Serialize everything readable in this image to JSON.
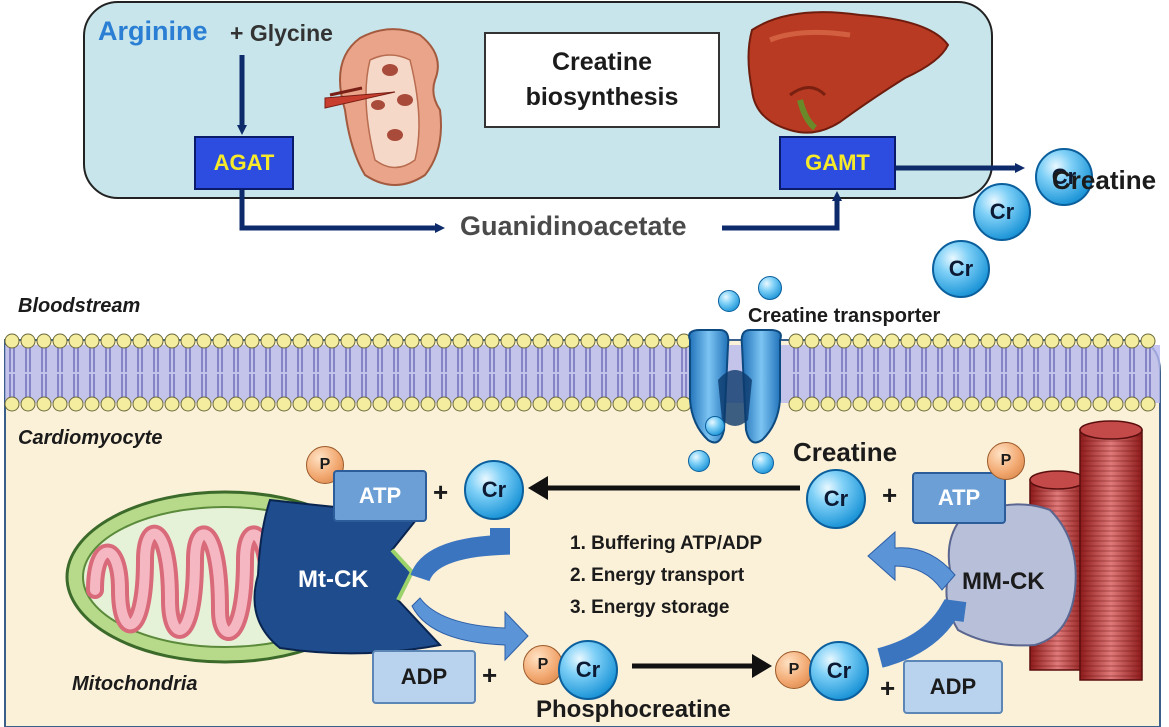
{
  "title": "Creatine biosynthesis",
  "substrates": {
    "arginine": "Arginine",
    "plus_glycine": "+ Glycine"
  },
  "enzymes": {
    "agat": "AGAT",
    "gamt": "GAMT",
    "mt_ck": "Mt-CK",
    "mm_ck": "MM-CK"
  },
  "intermediate": "Guanidinoacetate",
  "product": "Creatine",
  "compartments": {
    "bloodstream": "Bloodstream",
    "cardiomyocyte": "Cardiomyocyte",
    "mitochondria": "Mitochondria"
  },
  "transporter": "Creatine transporter",
  "cycle": {
    "creatine_label": "Creatine",
    "atp": "ATP",
    "adp": "ADP",
    "cr": "Cr",
    "p": "P",
    "plus": "+",
    "phosphocreatine": "Phosphocreatine"
  },
  "functions": [
    "1. Buffering ATP/ADP",
    "2. Energy transport",
    "3. Energy storage"
  ],
  "colors": {
    "top_panel": "#c7e5ea",
    "cell": "#fbf0d8",
    "enzyme_box": "#2d4de0",
    "enzyme_text": "#f6ea2a",
    "arrow_navy": "#0d2a6b",
    "arginine_text": "#2a7fd4",
    "membrane_head": "#f4ec9e"
  }
}
